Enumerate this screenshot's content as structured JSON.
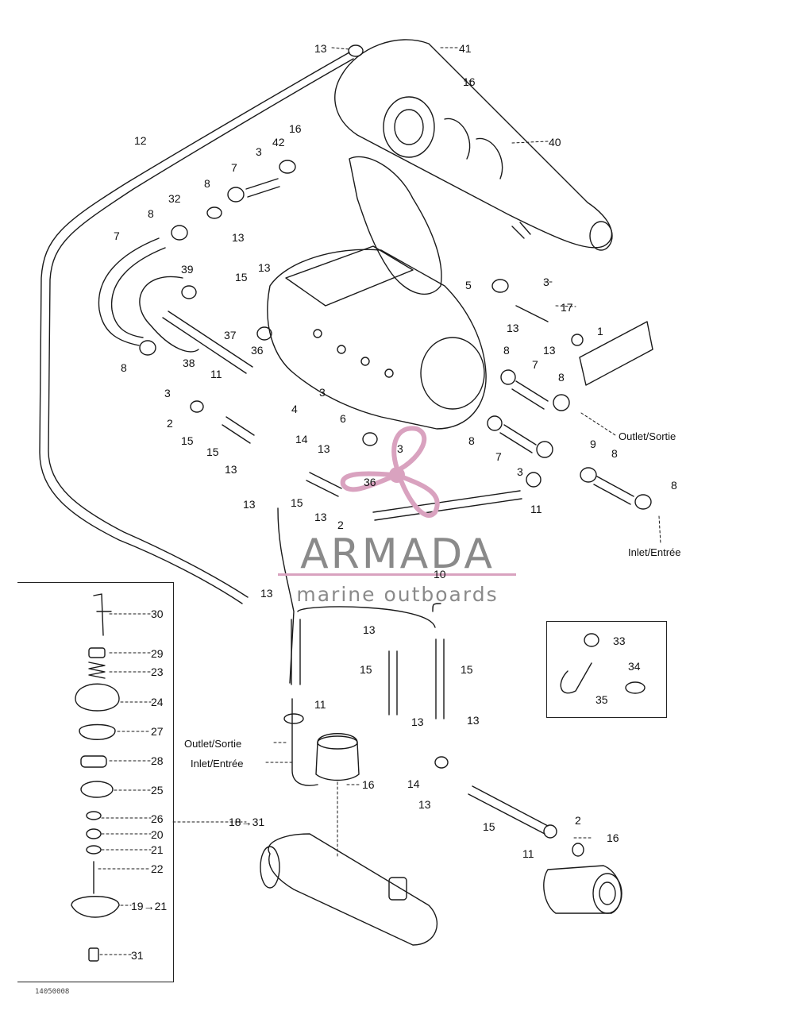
{
  "diagram": {
    "reference_code": "14050008",
    "watermark": {
      "brand": "ARMADA",
      "tagline": "marine outboards",
      "accent_color": "#d9a2bf",
      "text_color": "#8a8a8a"
    },
    "callouts": [
      {
        "id": "c13a",
        "text": "13"
      },
      {
        "id": "c41",
        "text": "41"
      },
      {
        "id": "c16a",
        "text": "16"
      },
      {
        "id": "c12",
        "text": "12"
      },
      {
        "id": "c16b",
        "text": "16"
      },
      {
        "id": "c42",
        "text": "42"
      },
      {
        "id": "c3a",
        "text": "3"
      },
      {
        "id": "c40",
        "text": "40"
      },
      {
        "id": "c7a",
        "text": "7"
      },
      {
        "id": "c8a",
        "text": "8"
      },
      {
        "id": "c32",
        "text": "32"
      },
      {
        "id": "c8b",
        "text": "8"
      },
      {
        "id": "c7b",
        "text": "7"
      },
      {
        "id": "c13b",
        "text": "13"
      },
      {
        "id": "c39",
        "text": "39"
      },
      {
        "id": "c13c",
        "text": "13"
      },
      {
        "id": "c15a",
        "text": "15"
      },
      {
        "id": "c5",
        "text": "5"
      },
      {
        "id": "c3b",
        "text": "3"
      },
      {
        "id": "c17",
        "text": "17"
      },
      {
        "id": "c13d",
        "text": "13"
      },
      {
        "id": "c1",
        "text": "1"
      },
      {
        "id": "c13e",
        "text": "13"
      },
      {
        "id": "c37",
        "text": "37"
      },
      {
        "id": "c36a",
        "text": "36"
      },
      {
        "id": "c8c",
        "text": "8"
      },
      {
        "id": "c38",
        "text": "38"
      },
      {
        "id": "c11a",
        "text": "11"
      },
      {
        "id": "c8d",
        "text": "8"
      },
      {
        "id": "c7c",
        "text": "7"
      },
      {
        "id": "c8e",
        "text": "8"
      },
      {
        "id": "c3c",
        "text": "3"
      },
      {
        "id": "c4",
        "text": "4"
      },
      {
        "id": "c3d",
        "text": "3"
      },
      {
        "id": "c2a",
        "text": "2"
      },
      {
        "id": "c15b",
        "text": "15"
      },
      {
        "id": "c6",
        "text": "6"
      },
      {
        "id": "c15c",
        "text": "15"
      },
      {
        "id": "c14a",
        "text": "14"
      },
      {
        "id": "c3e",
        "text": "3"
      },
      {
        "id": "c8f",
        "text": "8"
      },
      {
        "id": "c9",
        "text": "9"
      },
      {
        "id": "c13f",
        "text": "13"
      },
      {
        "id": "c13g",
        "text": "13"
      },
      {
        "id": "c7d",
        "text": "7"
      },
      {
        "id": "c8g",
        "text": "8"
      },
      {
        "id": "c3f",
        "text": "3"
      },
      {
        "id": "c8h",
        "text": "8"
      },
      {
        "id": "c13h",
        "text": "13"
      },
      {
        "id": "c15d",
        "text": "15"
      },
      {
        "id": "c36b",
        "text": "36"
      },
      {
        "id": "c13i",
        "text": "13"
      },
      {
        "id": "c2b",
        "text": "2"
      },
      {
        "id": "c11b",
        "text": "11"
      },
      {
        "id": "c10",
        "text": "10"
      },
      {
        "id": "c13j",
        "text": "13"
      },
      {
        "id": "c30",
        "text": "30"
      },
      {
        "id": "c29",
        "text": "29"
      },
      {
        "id": "c23",
        "text": "23"
      },
      {
        "id": "c24",
        "text": "24"
      },
      {
        "id": "c27",
        "text": "27"
      },
      {
        "id": "c28",
        "text": "28"
      },
      {
        "id": "c25",
        "text": "25"
      },
      {
        "id": "c26",
        "text": "26"
      },
      {
        "id": "c20",
        "text": "20"
      },
      {
        "id": "c21",
        "text": "21"
      },
      {
        "id": "c22",
        "text": "22"
      },
      {
        "id": "c19to21",
        "text": "19→21"
      },
      {
        "id": "c31",
        "text": "31"
      },
      {
        "id": "c13k",
        "text": "13"
      },
      {
        "id": "c15e",
        "text": "15"
      },
      {
        "id": "c15f",
        "text": "15"
      },
      {
        "id": "c11c",
        "text": "11"
      },
      {
        "id": "c13l",
        "text": "13"
      },
      {
        "id": "c13m",
        "text": "13"
      },
      {
        "id": "c14b",
        "text": "14"
      },
      {
        "id": "c16c",
        "text": "16"
      },
      {
        "id": "c18to31",
        "text": "18→31"
      },
      {
        "id": "c13n",
        "text": "13"
      },
      {
        "id": "c15g",
        "text": "15"
      },
      {
        "id": "c2c",
        "text": "2"
      },
      {
        "id": "c16d",
        "text": "16"
      },
      {
        "id": "c11d",
        "text": "11"
      },
      {
        "id": "c33",
        "text": "33"
      },
      {
        "id": "c34",
        "text": "34"
      },
      {
        "id": "c35",
        "text": "35"
      }
    ],
    "flow_labels": [
      {
        "id": "outlet1",
        "text": "Outlet/Sortie"
      },
      {
        "id": "inlet1",
        "text": "Inlet/Entrée"
      },
      {
        "id": "outlet2",
        "text": "Outlet/Sortie"
      },
      {
        "id": "inlet2",
        "text": "Inlet/Entrée"
      }
    ]
  }
}
